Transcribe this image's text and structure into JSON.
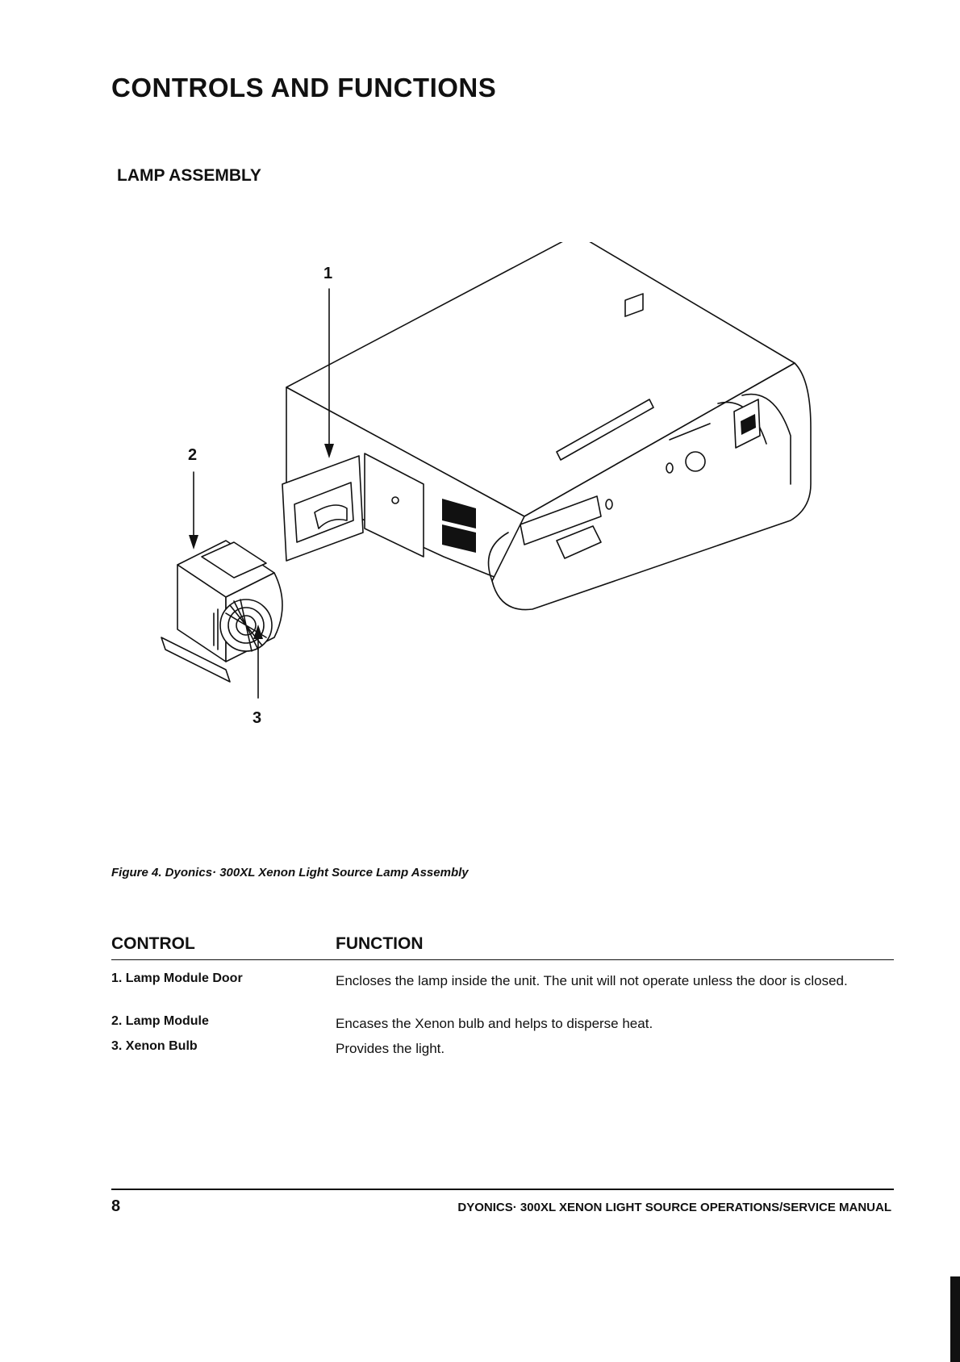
{
  "page_title": "CONTROLS AND FUNCTIONS",
  "section_title": "LAMP ASSEMBLY",
  "figure": {
    "callouts": [
      "1",
      "2",
      "3"
    ],
    "caption": "Figure 4. Dyonics· 300XL Xenon Light Source Lamp Assembly"
  },
  "table": {
    "headers": {
      "control": "CONTROL",
      "function": "FUNCTION"
    },
    "rows": [
      {
        "control": "1. Lamp Module Door",
        "function": "Encloses the lamp inside the unit. The unit will not operate unless the door is closed."
      },
      {
        "control": "2. Lamp Module",
        "function": "Encases the Xenon bulb and helps to disperse heat."
      },
      {
        "control": "3. Xenon Bulb",
        "function": "Provides the light."
      }
    ]
  },
  "footer": {
    "page_number": "8",
    "running_title": "DYONICS· 300XL XENON LIGHT SOURCE OPERATIONS/SERVICE MANUAL"
  }
}
